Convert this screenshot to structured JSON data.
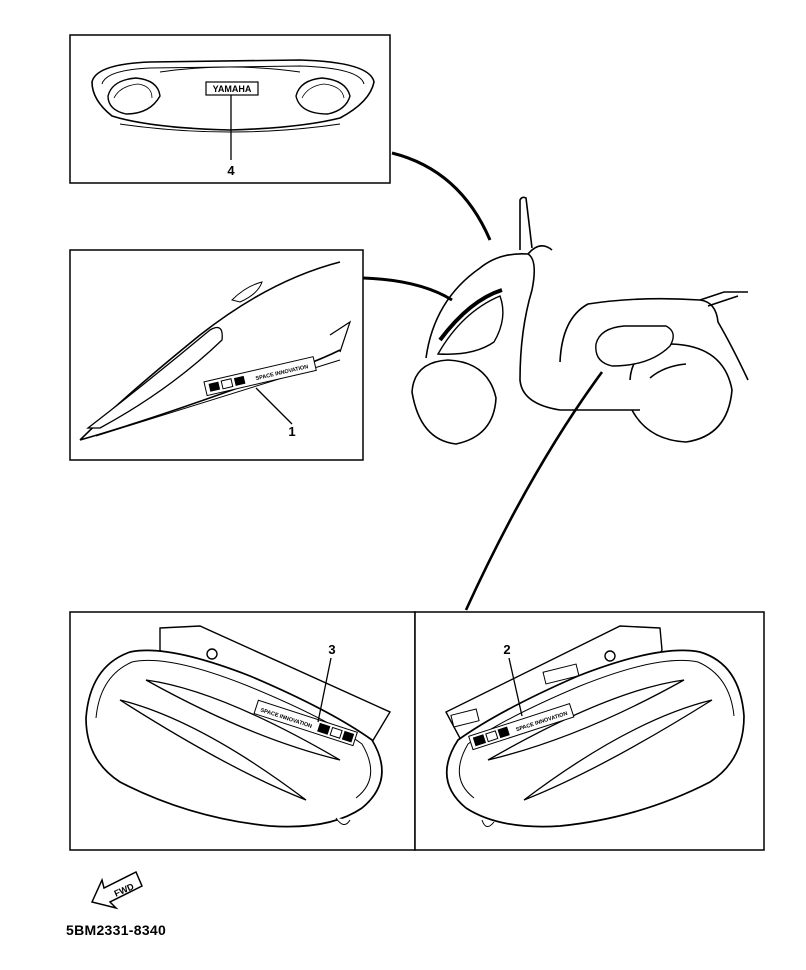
{
  "callouts": [
    {
      "number": "1"
    },
    {
      "number": "2"
    },
    {
      "number": "3"
    },
    {
      "number": "4"
    }
  ],
  "emblem_text": "YAMAHA",
  "sticker_text": "SPACE INNOVATION",
  "fwd_label": "FWD",
  "diagram_code": "5BM2331-8340"
}
